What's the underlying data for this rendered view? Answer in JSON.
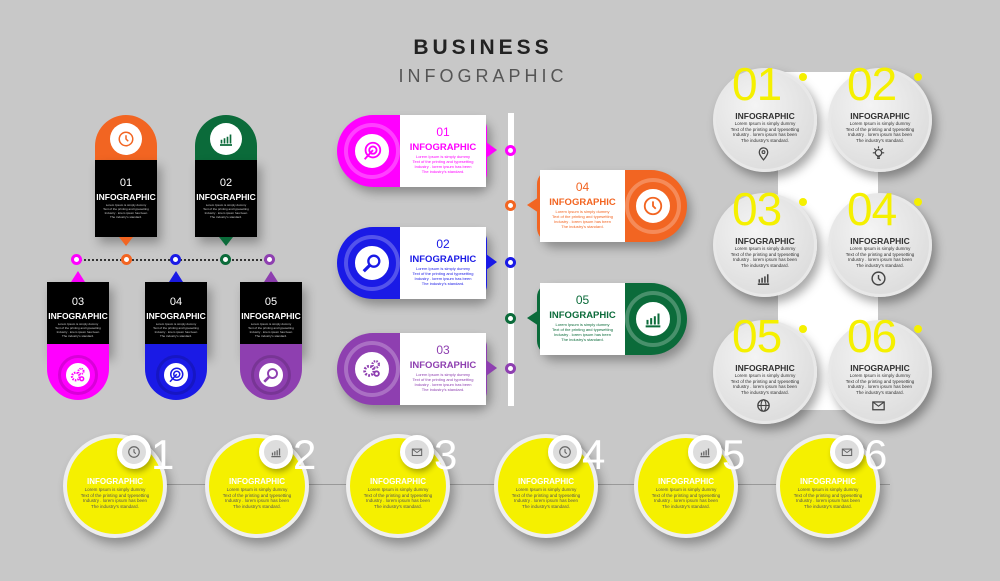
{
  "title": {
    "line1": "BUSINESS",
    "line2": "INFOGRAPHIC"
  },
  "body_text": [
    "Lorem Ipsum is simply dummy",
    "Text of the printing and typesetting",
    "Industry . lorem ipsum has been",
    "The industry's standard."
  ],
  "heading": "INFOGRAPHIC",
  "colors": {
    "orange": "#f26522",
    "green": "#0b6b3a",
    "magenta": "#ff00ff",
    "blue": "#1a1ae6",
    "purple": "#8e3fb0",
    "yellow": "#f5f000",
    "background": "#c8c8c8"
  },
  "pins": [
    {
      "num": "01",
      "color": "#f26522",
      "icon": "clock-icon"
    },
    {
      "num": "02",
      "color": "#0b6b3a",
      "icon": "chart-icon"
    },
    {
      "num": "03",
      "color": "#ff00ff",
      "icon": "gears-icon"
    },
    {
      "num": "04",
      "color": "#1a1ae6",
      "icon": "target-icon"
    },
    {
      "num": "05",
      "color": "#8e3fb0",
      "icon": "search-icon"
    }
  ],
  "tabs": [
    {
      "num": "01",
      "color": "#ff00ff",
      "icon": "target-icon",
      "side": "left"
    },
    {
      "num": "02",
      "color": "#1a1ae6",
      "icon": "search-icon",
      "side": "left"
    },
    {
      "num": "03",
      "color": "#8e3fb0",
      "icon": "gears-icon",
      "side": "left"
    },
    {
      "num": "04",
      "color": "#f26522",
      "icon": "clock-icon",
      "side": "right"
    },
    {
      "num": "05",
      "color": "#0b6b3a",
      "icon": "chart-icon",
      "side": "right"
    }
  ],
  "discs": [
    {
      "num": "01",
      "icon": "location-pin-icon"
    },
    {
      "num": "02",
      "icon": "bulb-icon"
    },
    {
      "num": "03",
      "icon": "chart-icon"
    },
    {
      "num": "04",
      "icon": "clock-icon"
    },
    {
      "num": "05",
      "icon": "globe-icon"
    },
    {
      "num": "06",
      "icon": "mail-icon"
    }
  ],
  "yellow": [
    {
      "num": "1",
      "icon": "clock-icon"
    },
    {
      "num": "2",
      "icon": "chart-icon"
    },
    {
      "num": "3",
      "icon": "mail-icon"
    },
    {
      "num": "4",
      "icon": "clock-icon"
    },
    {
      "num": "5",
      "icon": "chart-icon"
    },
    {
      "num": "6",
      "icon": "mail-icon"
    }
  ]
}
